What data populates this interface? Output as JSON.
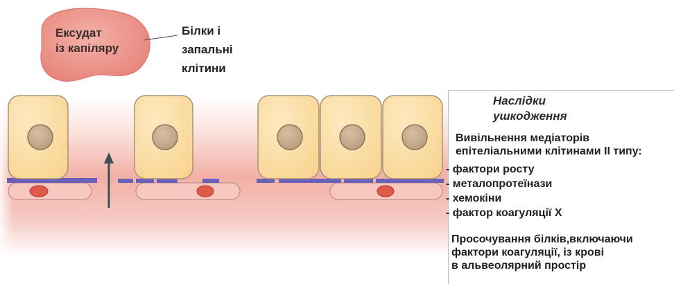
{
  "labels": {
    "exudate_line1": "Ексудат",
    "exudate_line2": "із капіляру",
    "proteins_line1": "Білки і",
    "proteins_line2": "запальні",
    "proteins_line3": "клітини"
  },
  "panel": {
    "title_line1": "Наслідки",
    "title_line2": "ушкодження",
    "release_line1": "Вивільнення медіаторів",
    "release_line2": "епітеліальними клітинами ІІ типу:",
    "items": [
      "- фактори росту",
      "- металопротеїнази",
      "- хемокіни",
      "- фактор коагуляції Х"
    ],
    "leak_line1": "Просочування білків,включаючи",
    "leak_line2": "фактори коагуляції, із крові",
    "leak_line3": "в альвеолярний простір"
  },
  "colors": {
    "cell_fill": "#fbdea0",
    "cell_stroke": "#a5937a",
    "nucleus": "#c9b090",
    "membrane": "#6a60b8",
    "capillary": "#f6c8c0",
    "rbc": "#e05a4c",
    "exudate": "#ea8f86",
    "arrow": "#3f4e50"
  }
}
